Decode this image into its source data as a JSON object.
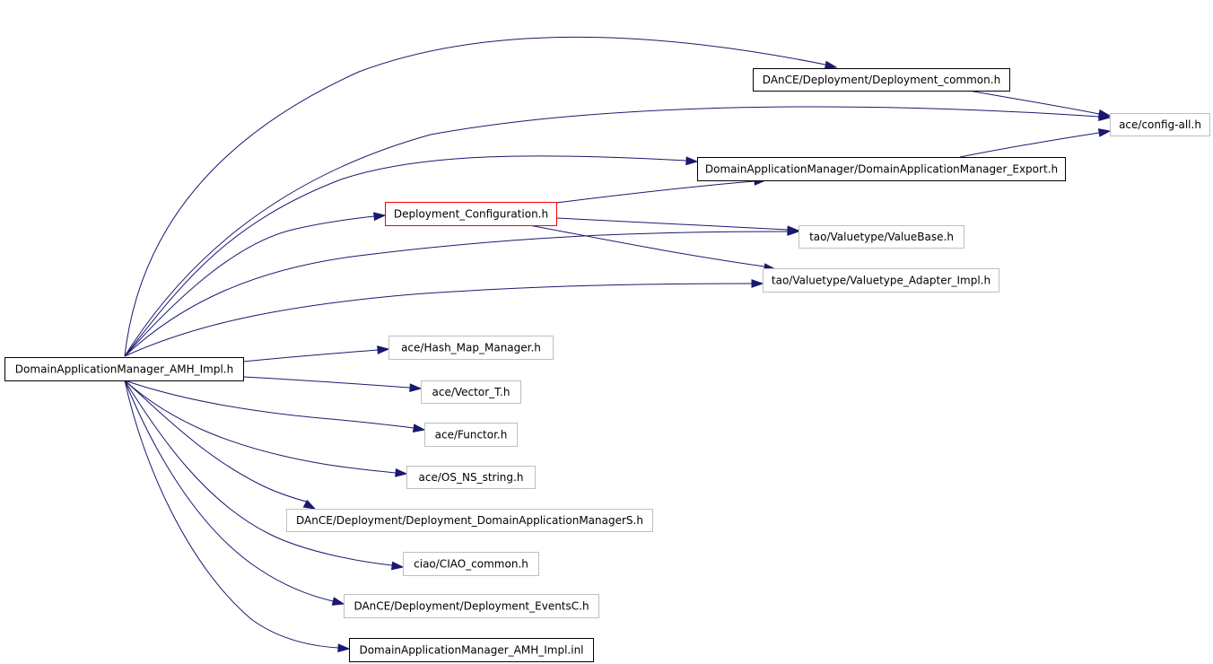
{
  "graph": {
    "colors": {
      "edge": "#191970",
      "root_fill": "#bfbfbf",
      "root_border": "#000000",
      "documented_border": "#000000",
      "undocumented_border": "#bfbfbf",
      "incomplete_border": "#ff0000",
      "node_fill": "#ffffff",
      "text": "#000000"
    },
    "nodes": [
      {
        "id": "root",
        "label": "DomainApplicationManager_AMH_Impl.h",
        "style": "root"
      },
      {
        "id": "dep_common",
        "label": "DAnCE/Deployment/Deployment_common.h",
        "style": "documented"
      },
      {
        "id": "config_all",
        "label": "ace/config-all.h",
        "style": "undocumented"
      },
      {
        "id": "dam_export",
        "label": "DomainApplicationManager/DomainApplicationManager_Export.h",
        "style": "documented"
      },
      {
        "id": "dep_config",
        "label": "Deployment_Configuration.h",
        "style": "incomplete"
      },
      {
        "id": "valuebase",
        "label": "tao/Valuetype/ValueBase.h",
        "style": "undocumented"
      },
      {
        "id": "vt_adapter",
        "label": "tao/Valuetype/Valuetype_Adapter_Impl.h",
        "style": "undocumented"
      },
      {
        "id": "hash_map",
        "label": "ace/Hash_Map_Manager.h",
        "style": "undocumented"
      },
      {
        "id": "vector_t",
        "label": "ace/Vector_T.h",
        "style": "undocumented"
      },
      {
        "id": "functor",
        "label": "ace/Functor.h",
        "style": "undocumented"
      },
      {
        "id": "os_ns_string",
        "label": "ace/OS_NS_string.h",
        "style": "undocumented"
      },
      {
        "id": "dam_s",
        "label": "DAnCE/Deployment/Deployment_DomainApplicationManagerS.h",
        "style": "undocumented"
      },
      {
        "id": "ciao_common",
        "label": "ciao/CIAO_common.h",
        "style": "undocumented"
      },
      {
        "id": "events_c",
        "label": "DAnCE/Deployment/Deployment_EventsC.h",
        "style": "undocumented"
      },
      {
        "id": "amh_inl",
        "label": "DomainApplicationManager_AMH_Impl.inl",
        "style": "documented"
      }
    ],
    "edges": [
      {
        "from": "root",
        "to": "dep_common"
      },
      {
        "from": "root",
        "to": "config_all"
      },
      {
        "from": "root",
        "to": "dam_export"
      },
      {
        "from": "root",
        "to": "dep_config"
      },
      {
        "from": "root",
        "to": "valuebase"
      },
      {
        "from": "root",
        "to": "vt_adapter"
      },
      {
        "from": "root",
        "to": "hash_map"
      },
      {
        "from": "root",
        "to": "vector_t"
      },
      {
        "from": "root",
        "to": "functor"
      },
      {
        "from": "root",
        "to": "os_ns_string"
      },
      {
        "from": "root",
        "to": "dam_s"
      },
      {
        "from": "root",
        "to": "ciao_common"
      },
      {
        "from": "root",
        "to": "events_c"
      },
      {
        "from": "root",
        "to": "amh_inl"
      },
      {
        "from": "dep_common",
        "to": "config_all"
      },
      {
        "from": "dam_export",
        "to": "config_all"
      },
      {
        "from": "dep_config",
        "to": "dam_export"
      },
      {
        "from": "dep_config",
        "to": "valuebase"
      },
      {
        "from": "dep_config",
        "to": "vt_adapter"
      }
    ]
  }
}
